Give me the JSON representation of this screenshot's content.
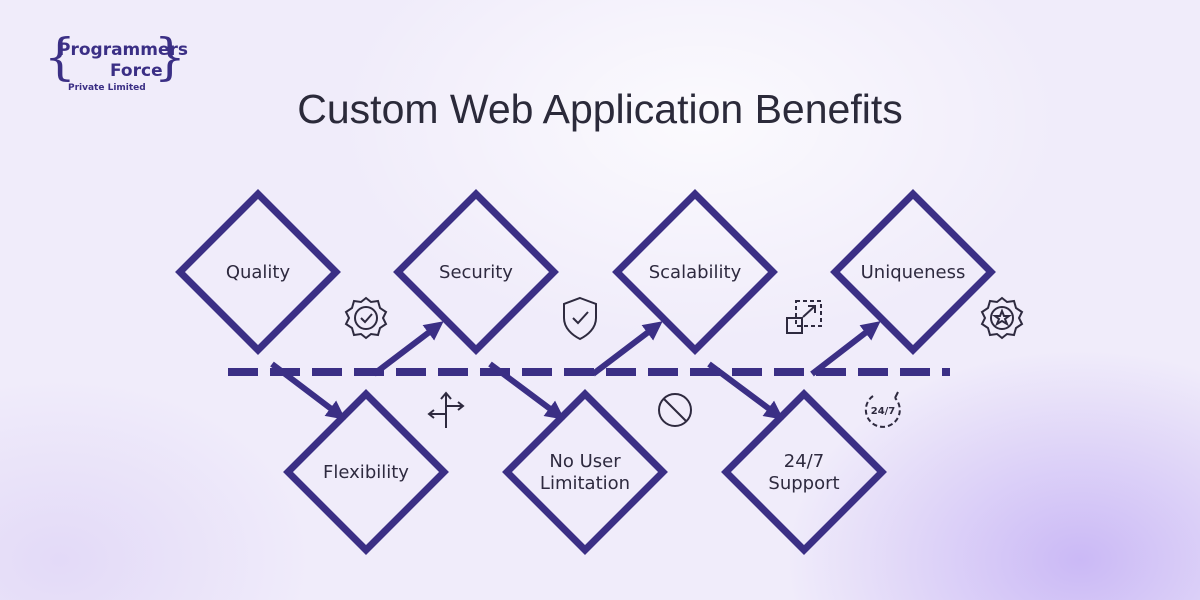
{
  "logo": {
    "line1": "Programmers",
    "line2": "Force",
    "line3": "Private Limited"
  },
  "title": "Custom Web Application Benefits",
  "benefits": [
    {
      "lines": [
        "Quality"
      ],
      "icon": "badge-check-icon"
    },
    {
      "lines": [
        "Flexibility"
      ],
      "icon": "split-arrows-icon"
    },
    {
      "lines": [
        "Security"
      ],
      "icon": "shield-check-icon"
    },
    {
      "lines": [
        "No User",
        "Limitation"
      ],
      "icon": "prohibited-icon"
    },
    {
      "lines": [
        "Scalability"
      ],
      "icon": "scale-up-icon"
    },
    {
      "lines": [
        "24/7",
        "Support"
      ],
      "icon": "24-7-clock-icon"
    },
    {
      "lines": [
        "Uniqueness"
      ],
      "icon": "gear-star-icon"
    }
  ],
  "colors": {
    "accent": "#3b2f85",
    "text": "#2b2a3a",
    "background": "#f0ecfa"
  }
}
